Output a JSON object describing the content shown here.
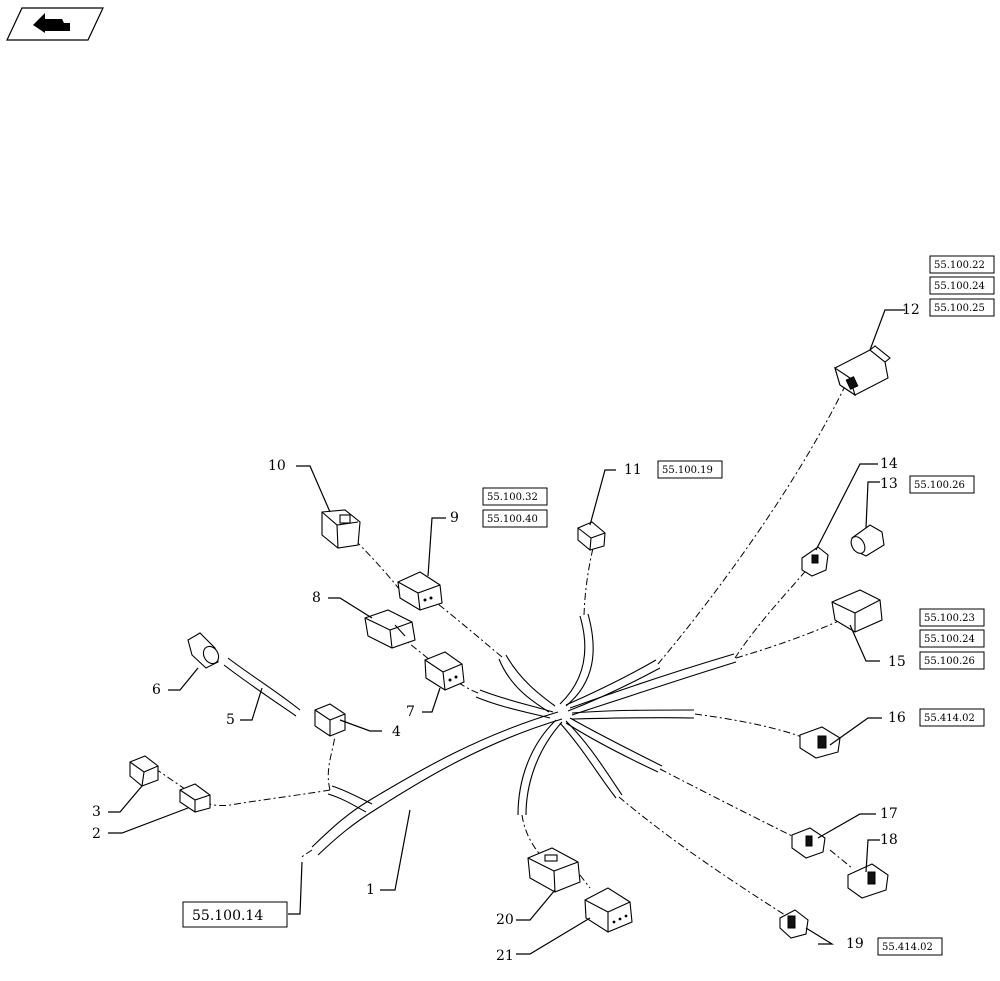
{
  "callouts": {
    "c1": "1",
    "c2": "2",
    "c3": "3",
    "c4": "4",
    "c5": "5",
    "c6": "6",
    "c7": "7",
    "c8": "8",
    "c9": "9",
    "c10": "10",
    "c11": "11",
    "c12": "12",
    "c13": "13",
    "c14": "14",
    "c15": "15",
    "c16": "16",
    "c17": "17",
    "c18": "18",
    "c19": "19",
    "c20": "20",
    "c21": "21"
  },
  "references": {
    "ref_12_a": "55.100.22",
    "ref_12_b": "55.100.24",
    "ref_12_c": "55.100.25",
    "ref_11": "55.100.19",
    "ref_13": "55.100.26",
    "ref_9_a": "55.100.32",
    "ref_9_b": "55.100.40",
    "ref_15_a": "55.100.23",
    "ref_15_b": "55.100.24",
    "ref_15_c": "55.100.26",
    "ref_16": "55.414.02",
    "ref_19": "55.414.02",
    "ref_1": "55.100.14"
  },
  "icons": {
    "nav": "back-arrow-icon"
  }
}
